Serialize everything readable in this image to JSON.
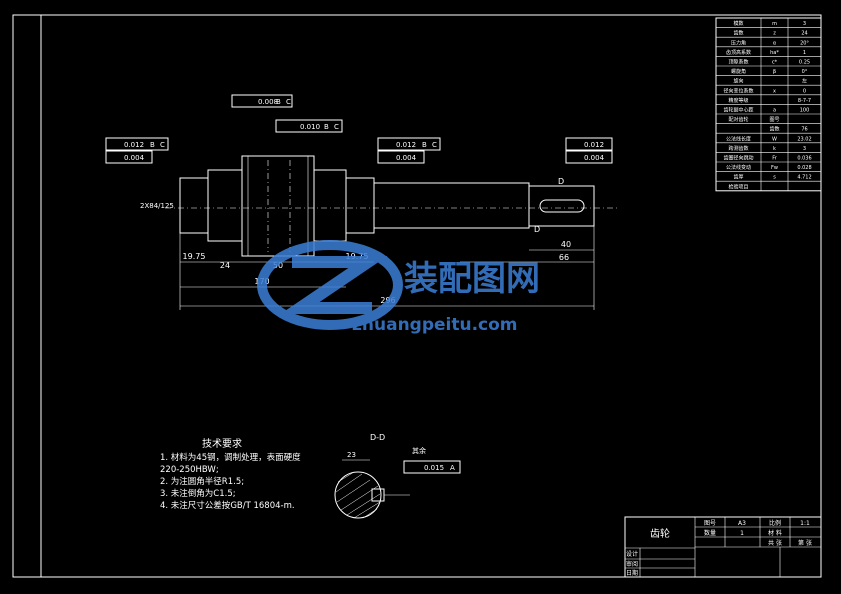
{
  "drawing": {
    "part_title": "齿轮",
    "watermark": {
      "brand": "装配图网",
      "url": "zhuangpeitu.com"
    },
    "tech_requirements": {
      "heading": "技术要求",
      "items": [
        "1. 材料为45钢，调制处理，表面硬度",
        "220-250HBW;",
        "2. 为注圆角半径R1.5;",
        "3. 未注倒角为C1.5;",
        "4. 未注尺寸公差按GB/T 16804-m."
      ]
    },
    "dimensions": {
      "d1": "19.75",
      "d2": "24",
      "d3": "50",
      "d4": "19.75",
      "d5": "170",
      "d6": "296",
      "d7": "40",
      "d8": "66",
      "chamfer": "2X84/125"
    },
    "tolerances": {
      "t1": "0.008",
      "t2": "0.010",
      "t3": "0.012",
      "t4": "0.004",
      "t5": "0.012",
      "t6": "0.004",
      "t7": "0.012",
      "t8": "0.004",
      "t9": "0.015"
    },
    "datums": {
      "b": "B",
      "c": "C",
      "a": "A"
    },
    "section": {
      "label": "D-D",
      "dim": "23",
      "note": "其余"
    },
    "section_marks": {
      "top": "D",
      "bottom": "D"
    },
    "title_block": {
      "row1": [
        "图号",
        "A3",
        "比例",
        "1:1"
      ],
      "row2": [
        "数量",
        "1",
        "材 料",
        ""
      ],
      "row3": [
        "",
        "",
        "共 张",
        "第 张"
      ],
      "left_labels": [
        "设计",
        "审阅",
        "日期"
      ]
    },
    "param_table": [
      [
        "模数",
        "m",
        "3"
      ],
      [
        "齿数",
        "z",
        "24"
      ],
      [
        "压力角",
        "α",
        "20°"
      ],
      [
        "齿顶高系数",
        "ha*",
        "1"
      ],
      [
        "顶隙系数",
        "c*",
        "0.25"
      ],
      [
        "螺旋角",
        "β",
        "0°"
      ],
      [
        "旋向",
        "",
        "左"
      ],
      [
        "径向变位系数",
        "x",
        "0"
      ],
      [
        "精度等级",
        "",
        "8-7-7"
      ],
      [
        "齿轮副中心距",
        "a",
        "100"
      ],
      [
        "配对齿轮",
        "图号",
        ""
      ],
      [
        "",
        "齿数",
        "76"
      ],
      [
        "公法线长度",
        "W",
        "23.02"
      ],
      [
        "跨测齿数",
        "k",
        "3"
      ],
      [
        "齿圈径向跳动",
        "Fr",
        "0.036"
      ],
      [
        "公法线变动",
        "Fw",
        "0.028"
      ],
      [
        "齿厚",
        "s",
        "4.712"
      ],
      [
        "检验项目",
        "",
        ""
      ]
    ]
  }
}
